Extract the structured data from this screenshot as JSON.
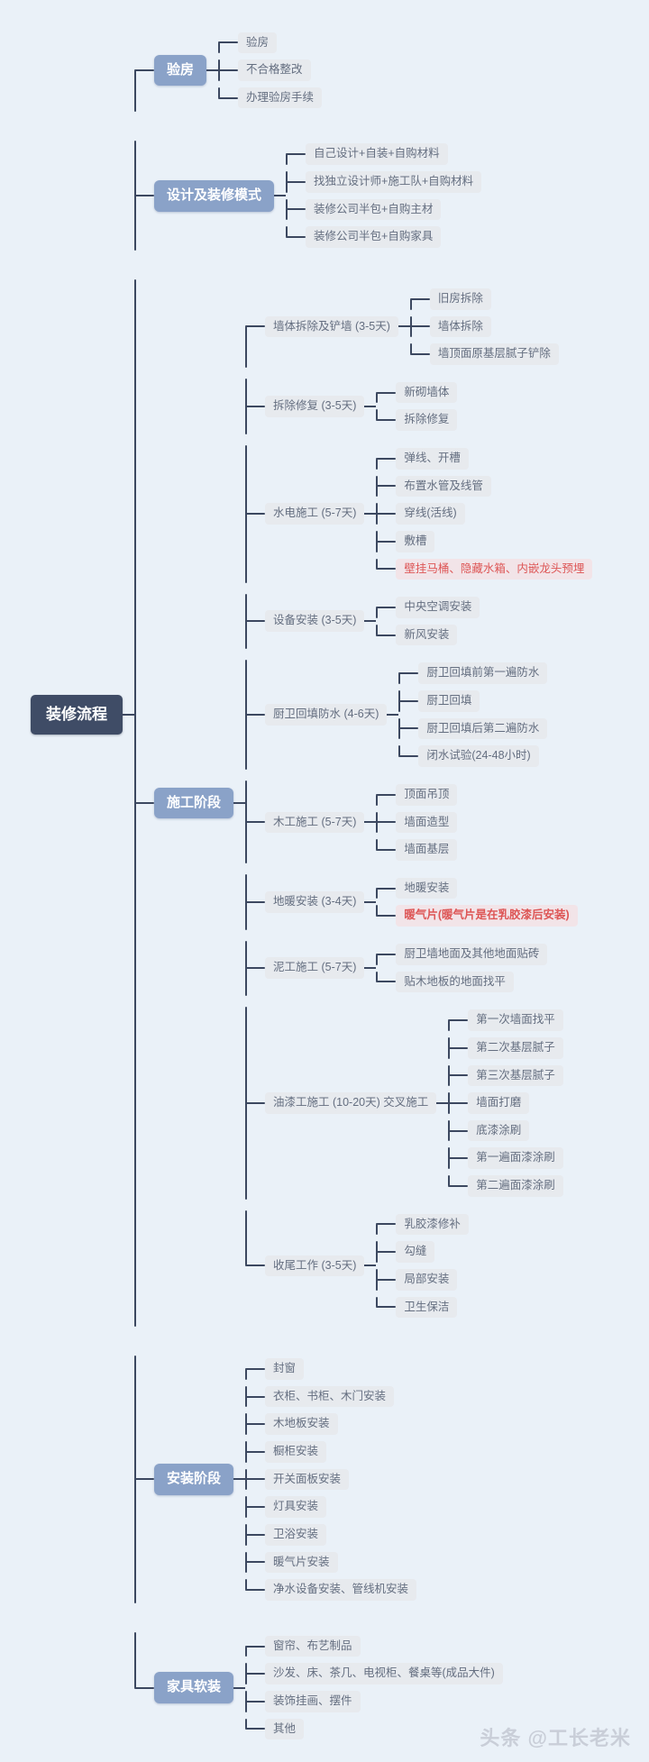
{
  "watermark": "头条 @工长老米",
  "colors": {
    "background": "#eaf1f8",
    "root_node": "#3f4c66",
    "branch_node": "#8aa2c8",
    "leaf_node_bg": "#e7eaee",
    "leaf_node_text": "#646e80",
    "connector_line": "#3c4860",
    "alert_text": "#dd5555"
  },
  "tree": {
    "label": "装修流程",
    "children": [
      {
        "label": "验房",
        "children": [
          {
            "label": "验房"
          },
          {
            "label": "不合格整改"
          },
          {
            "label": "办理验房手续"
          }
        ]
      },
      {
        "label": "设计及装修模式",
        "children": [
          {
            "label": "自己设计+自装+自购材料"
          },
          {
            "label": "找独立设计师+施工队+自购材料"
          },
          {
            "label": "装修公司半包+自购主材"
          },
          {
            "label": "装修公司半包+自购家具"
          }
        ]
      },
      {
        "label": "施工阶段",
        "children": [
          {
            "label": "墙体拆除及铲墙 (3-5天)",
            "children": [
              {
                "label": "旧房拆除"
              },
              {
                "label": "墙体拆除"
              },
              {
                "label": "墙顶面原基层腻子铲除"
              }
            ]
          },
          {
            "label": "拆除修复 (3-5天)",
            "children": [
              {
                "label": "新砌墙体"
              },
              {
                "label": "拆除修复"
              }
            ]
          },
          {
            "label": "水电施工 (5-7天)",
            "children": [
              {
                "label": "弹线、开槽"
              },
              {
                "label": "布置水管及线管"
              },
              {
                "label": "穿线(活线)"
              },
              {
                "label": "敷槽"
              },
              {
                "label": "壁挂马桶、隐藏水箱、内嵌龙头预埋",
                "color": "red"
              }
            ]
          },
          {
            "label": "设备安装 (3-5天)",
            "children": [
              {
                "label": "中央空调安装"
              },
              {
                "label": "新风安装"
              }
            ]
          },
          {
            "label": "厨卫回填防水 (4-6天)",
            "children": [
              {
                "label": "厨卫回填前第一遍防水"
              },
              {
                "label": "厨卫回填"
              },
              {
                "label": "厨卫回填后第二遍防水"
              },
              {
                "label": "闭水试验(24-48小时)"
              }
            ]
          },
          {
            "label": "木工施工 (5-7天)",
            "children": [
              {
                "label": "顶面吊顶"
              },
              {
                "label": "墙面造型"
              },
              {
                "label": "墙面基层"
              }
            ]
          },
          {
            "label": "地暖安装 (3-4天)",
            "children": [
              {
                "label": "地暖安装"
              },
              {
                "label": "暖气片(暖气片是在乳胶漆后安装)",
                "color": "red",
                "bold": true
              }
            ]
          },
          {
            "label": "泥工施工 (5-7天)",
            "children": [
              {
                "label": "厨卫墙地面及其他地面贴砖"
              },
              {
                "label": "贴木地板的地面找平"
              }
            ]
          },
          {
            "label": "油漆工施工 (10-20天) 交叉施工",
            "children": [
              {
                "label": "第一次墙面找平"
              },
              {
                "label": "第二次基层腻子"
              },
              {
                "label": "第三次基层腻子"
              },
              {
                "label": "墙面打磨"
              },
              {
                "label": "底漆涂刷"
              },
              {
                "label": "第一遍面漆涂刷"
              },
              {
                "label": "第二遍面漆涂刷"
              }
            ]
          },
          {
            "label": "收尾工作 (3-5天)",
            "children": [
              {
                "label": "乳胶漆修补"
              },
              {
                "label": "勾缝"
              },
              {
                "label": "局部安装"
              },
              {
                "label": "卫生保洁"
              }
            ]
          }
        ]
      },
      {
        "label": "安装阶段",
        "children": [
          {
            "label": "封窗"
          },
          {
            "label": "衣柜、书柜、木门安装"
          },
          {
            "label": "木地板安装"
          },
          {
            "label": "橱柜安装"
          },
          {
            "label": "开关面板安装"
          },
          {
            "label": "灯具安装"
          },
          {
            "label": "卫浴安装"
          },
          {
            "label": "暖气片安装"
          },
          {
            "label": "净水设备安装、管线机安装"
          }
        ]
      },
      {
        "label": "家具软装",
        "children": [
          {
            "label": "窗帘、布艺制品"
          },
          {
            "label": "沙发、床、茶几、电视柜、餐桌等(成品大件)"
          },
          {
            "label": "装饰挂画、摆件"
          },
          {
            "label": "其他"
          }
        ]
      }
    ]
  }
}
